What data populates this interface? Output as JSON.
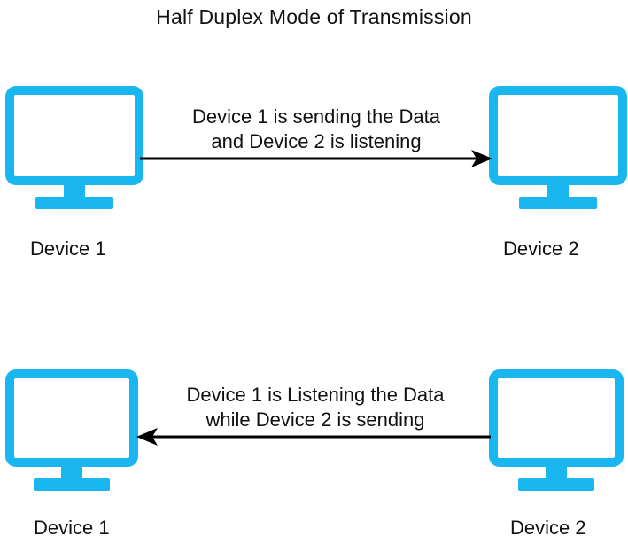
{
  "title": "Half Duplex Mode of Transmission",
  "colors": {
    "monitor": "#1ab6f0",
    "arrow": "#000000",
    "text": "#111111"
  },
  "panels": [
    {
      "left_device_label": "Device 1",
      "right_device_label": "Device 2",
      "message_line1": "Device 1 is sending the Data",
      "message_line2": "and Device 2 is listening",
      "direction": "device1-to-device2"
    },
    {
      "left_device_label": "Device 1",
      "right_device_label": "Device 2",
      "message_line1": "Device 1 is Listening the Data",
      "message_line2": "while Device 2 is sending",
      "direction": "device2-to-device1"
    }
  ]
}
